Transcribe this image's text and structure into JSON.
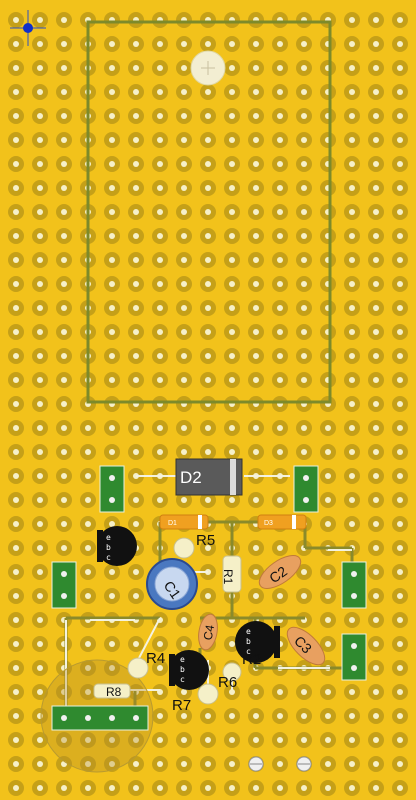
{
  "colors": {
    "board": "#f2c21b",
    "pad": "#c5a018",
    "hole": "#f6f0c8",
    "trace": "#8a8a2a",
    "header": "#2f8a2f",
    "wire": "#f0f0e0",
    "chip": "#111111",
    "cap_orange": "#e8a060",
    "diode_orange": "#f0a020"
  },
  "components": {
    "d2": "D2",
    "d1": "D1",
    "d3": "D3",
    "r1": "R1",
    "r2": "R2",
    "r4": "R4",
    "r5": "R5",
    "r6": "R6",
    "r7": "R7",
    "r8": "R8",
    "c1": "C1",
    "c2": "C2",
    "c3": "C3",
    "c4": "C4"
  },
  "transistor_pins": [
    "e",
    "b",
    "c"
  ],
  "icons": {
    "origin": "crosshair-origin-icon",
    "mount": "mounting-hole-icon"
  }
}
